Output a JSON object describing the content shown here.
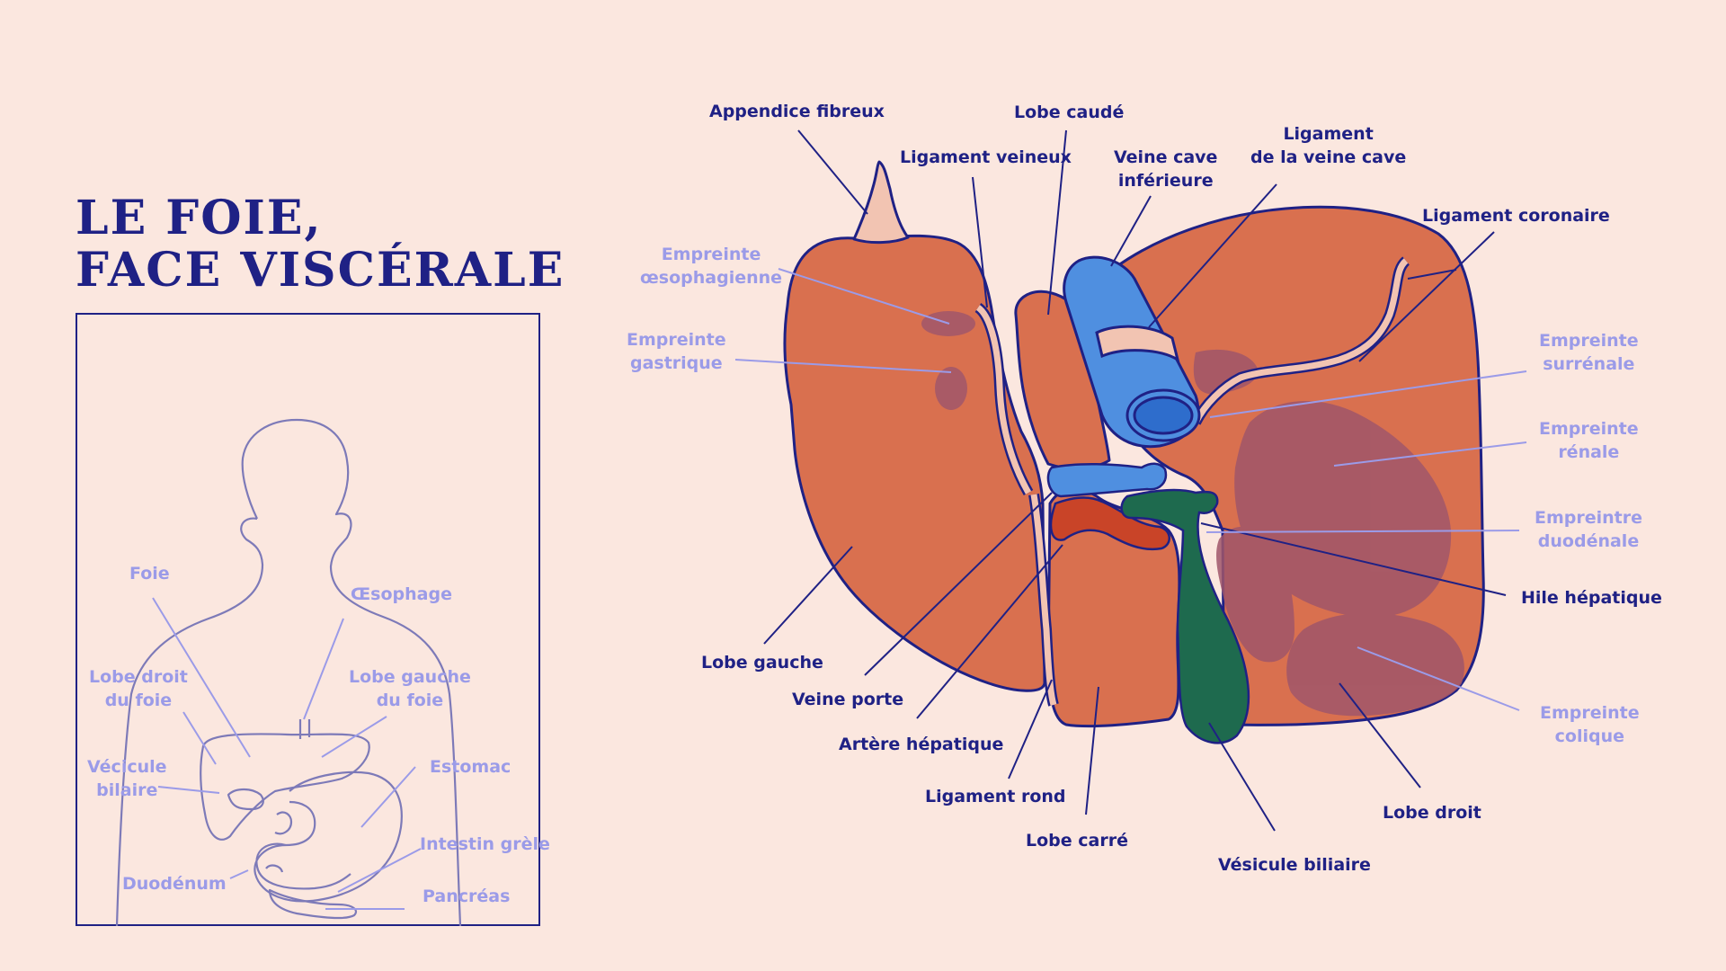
{
  "title": {
    "line1": "LE FOIE,",
    "line2": "FACE VISCÉRALE"
  },
  "colors": {
    "background": "#fbe7df",
    "ink": "#1f2185",
    "label_light": "#9b9be8",
    "liver": "#d9704f",
    "impression": "#a0566a",
    "vein_blue": "#4f8fe0",
    "artery_red": "#c94428",
    "gallbladder_green": "#1e6a4e"
  },
  "body_labels": {
    "foie": "Foie",
    "oesophage": "Œsophage",
    "lobe_droit": "Lobe droit\ndu foie",
    "lobe_gauche": "Lobe gauche\ndu foie",
    "vesicule": "Vécicule\nbilaire",
    "estomac": "Estomac",
    "intestin": "Intestin grèle",
    "duodenum": "Duodénum",
    "pancreas": "Pancréas"
  },
  "liver_labels": {
    "appendice": "Appendice fibreux",
    "lobe_caude": "Lobe caudé",
    "ligament_veineux": "Ligament veineux",
    "veine_cave": "Veine cave\ninférieure",
    "ligament_veine_cave": "Ligament\nde la veine cave",
    "ligament_coronaire": "Ligament coronaire",
    "empreinte_oeso": "Empreinte\nœsophagienne",
    "empreinte_gastrique": "Empreinte\ngastrique",
    "empreinte_surrenale": "Empreinte\nsurrénale",
    "empreinte_renale": "Empreinte\nrénale",
    "empreinte_duodenale": "Empreintre\nduodénale",
    "hile": "Hile hépatique",
    "lobe_gauche": "Lobe gauche",
    "veine_porte": "Veine porte",
    "artere": "Artère hépatique",
    "ligament_rond": "Ligament rond",
    "lobe_carre": "Lobe carré",
    "vesicule": "Vésicule biliaire",
    "lobe_droit": "Lobe droit",
    "empreinte_colique": "Empreinte\ncolique"
  }
}
